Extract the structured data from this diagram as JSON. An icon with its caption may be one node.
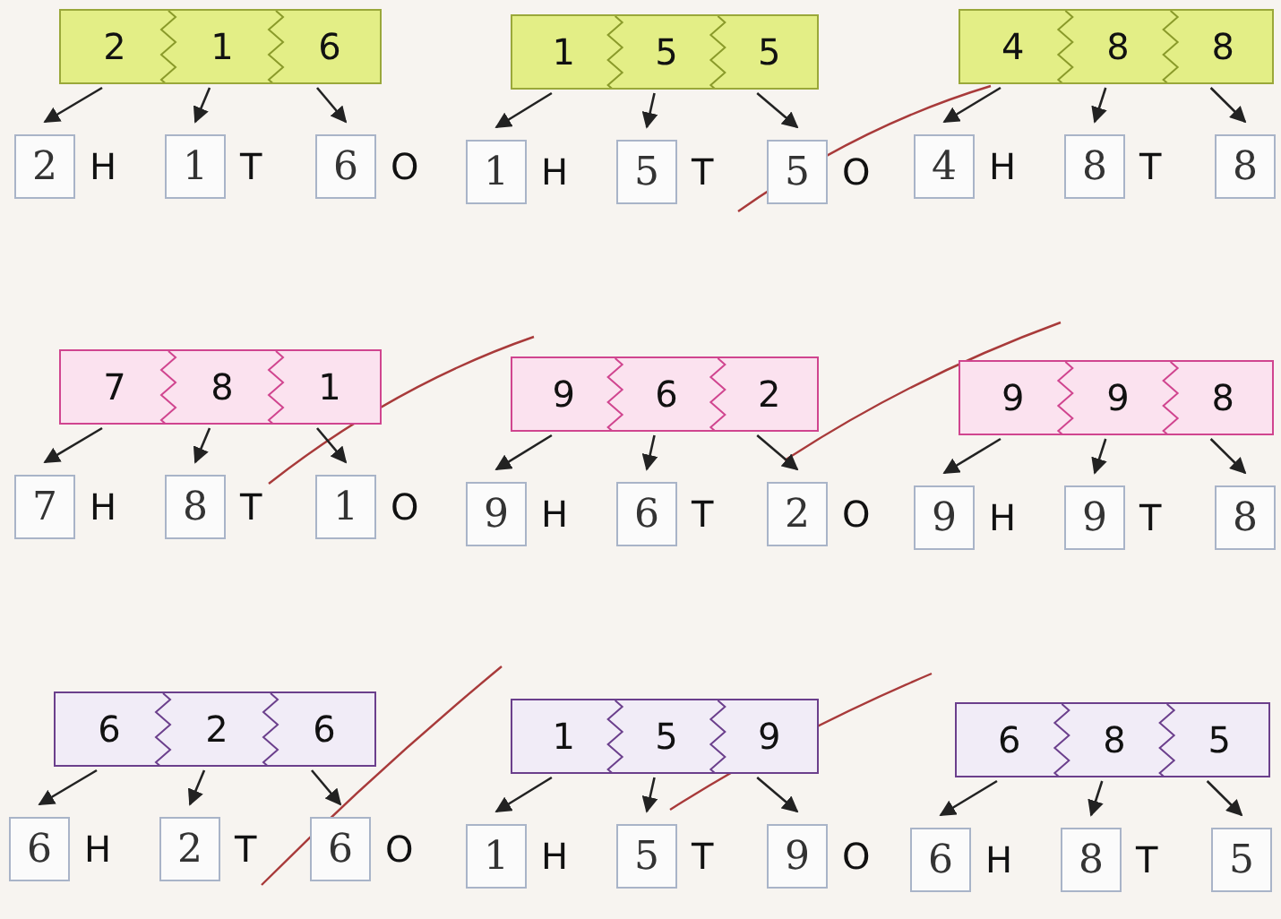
{
  "diagram": {
    "nodes": [
      {
        "text": [],
        "shape": "bar"
      },
      {
        "text": [
          "2"
        ],
        "in": 0
      },
      {
        "text": [
          "1"
        ],
        "in": 0
      },
      {
        "text": [
          "6"
        ],
        "in": 0
      },
      {
        "text": [
          "2"
        ],
        "beside": [
          "H"
        ]
      },
      {
        "text": [
          "1"
        ],
        "beside": [
          "T"
        ]
      },
      {
        "text": [
          "6"
        ],
        "beside": [
          "O"
        ]
      },
      {
        "text": [],
        "shape": "bar"
      },
      {
        "text": [
          "1"
        ],
        "in": 7
      },
      {
        "text": [
          "5"
        ],
        "in": 7
      },
      {
        "text": [
          "5"
        ],
        "in": 7
      },
      {
        "text": [
          "1"
        ],
        "beside": [
          "H"
        ]
      },
      {
        "text": [
          "5"
        ],
        "beside": [
          "T"
        ]
      },
      {
        "text": [
          "5"
        ],
        "beside": [
          "O"
        ]
      },
      {
        "text": [],
        "shape": "bar"
      },
      {
        "text": [
          "4"
        ],
        "in": 14
      },
      {
        "text": [
          "8"
        ],
        "in": 14
      },
      {
        "text": [
          "8"
        ],
        "in": 14
      },
      {
        "text": [
          "4"
        ],
        "beside": [
          "H"
        ]
      },
      {
        "text": [
          "8"
        ],
        "beside": [
          "T"
        ]
      },
      {
        "text": [
          "8"
        ]
      },
      {
        "text": [],
        "shape": "bar"
      },
      {
        "text": [
          "7"
        ],
        "in": 21
      },
      {
        "text": [
          "8"
        ],
        "in": 21
      },
      {
        "text": [
          "1"
        ],
        "in": 21
      },
      {
        "text": [
          "7"
        ],
        "beside": [
          "H"
        ]
      },
      {
        "text": [
          "8"
        ],
        "beside": [
          "T"
        ]
      },
      {
        "text": [
          "1"
        ],
        "beside": [
          "O"
        ]
      },
      {
        "text": [],
        "shape": "bar"
      },
      {
        "text": [
          "9"
        ],
        "in": 28
      },
      {
        "text": [
          "6"
        ],
        "in": 28
      },
      {
        "text": [
          "2"
        ],
        "in": 28
      },
      {
        "text": [
          "9"
        ],
        "beside": [
          "H"
        ]
      },
      {
        "text": [
          "6"
        ],
        "beside": [
          "T"
        ]
      },
      {
        "text": [
          "2"
        ],
        "beside": [
          "O"
        ]
      },
      {
        "text": [],
        "shape": "bar"
      },
      {
        "text": [
          "9"
        ],
        "in": 35
      },
      {
        "text": [
          "9"
        ],
        "in": 35
      },
      {
        "text": [
          "8"
        ],
        "in": 35
      },
      {
        "text": [
          "9"
        ],
        "beside": [
          "H"
        ]
      },
      {
        "text": [
          "9"
        ],
        "beside": [
          "T"
        ]
      },
      {
        "text": [
          "8"
        ]
      },
      {
        "text": [],
        "shape": "bar"
      },
      {
        "text": [
          "6"
        ],
        "in": 42
      },
      {
        "text": [
          "2"
        ],
        "in": 42
      },
      {
        "text": [
          "6"
        ],
        "in": 42
      },
      {
        "text": [
          "6"
        ],
        "beside": [
          "H"
        ]
      },
      {
        "text": [
          "2"
        ],
        "beside": [
          "T"
        ]
      },
      {
        "text": [
          "6"
        ],
        "beside": [
          "O"
        ]
      },
      {
        "text": [],
        "shape": "bar"
      },
      {
        "text": [
          "1"
        ],
        "in": 49
      },
      {
        "text": [
          "5"
        ],
        "in": 49
      },
      {
        "text": [
          "9"
        ],
        "in": 49
      },
      {
        "text": [
          "1"
        ],
        "beside": [
          "H"
        ]
      },
      {
        "text": [
          "5"
        ],
        "beside": [
          "T"
        ]
      },
      {
        "text": [
          "9"
        ],
        "beside": [
          "O"
        ]
      },
      {
        "text": [],
        "shape": "bar"
      },
      {
        "text": [
          "6"
        ],
        "in": 56
      },
      {
        "text": [
          "8"
        ],
        "in": 56
      },
      {
        "text": [
          "5"
        ],
        "in": 56
      },
      {
        "text": [
          "6"
        ],
        "beside": [
          "H"
        ]
      },
      {
        "text": [
          "8"
        ],
        "beside": [
          "T"
        ]
      },
      {
        "text": [
          "5"
        ]
      }
    ],
    "edges": [
      {
        "from": 1,
        "to": 4,
        "arrow": "to"
      },
      {
        "from": 2,
        "to": 5,
        "arrow": "to"
      },
      {
        "from": 3,
        "to": 6,
        "arrow": "to"
      },
      {
        "from": 8,
        "to": 11,
        "arrow": "to"
      },
      {
        "from": 9,
        "to": 12,
        "arrow": "to"
      },
      {
        "from": 10,
        "to": 13,
        "arrow": "to"
      },
      {
        "from": 15,
        "to": 18,
        "arrow": "to"
      },
      {
        "from": 16,
        "to": 19,
        "arrow": "to"
      },
      {
        "from": 17,
        "to": 20,
        "arrow": "to"
      },
      {
        "from": 22,
        "to": 25,
        "arrow": "to"
      },
      {
        "from": 23,
        "to": 26,
        "arrow": "to"
      },
      {
        "from": 24,
        "to": 27,
        "arrow": "to"
      },
      {
        "from": 29,
        "to": 32,
        "arrow": "to"
      },
      {
        "from": 30,
        "to": 33,
        "arrow": "to"
      },
      {
        "from": 31,
        "to": 34,
        "arrow": "to"
      },
      {
        "from": 36,
        "to": 39,
        "arrow": "to"
      },
      {
        "from": 37,
        "to": 40,
        "arrow": "to"
      },
      {
        "from": 38,
        "to": 41,
        "arrow": "to"
      },
      {
        "from": 43,
        "to": 46,
        "arrow": "to"
      },
      {
        "from": 44,
        "to": 47,
        "arrow": "to"
      },
      {
        "from": 45,
        "to": 48,
        "arrow": "to"
      },
      {
        "from": 50,
        "to": 53,
        "arrow": "to"
      },
      {
        "from": 51,
        "to": 54,
        "arrow": "to"
      },
      {
        "from": 52,
        "to": 55,
        "arrow": "to"
      },
      {
        "from": 57,
        "to": 60,
        "arrow": "to"
      },
      {
        "from": 58,
        "to": 61,
        "arrow": "to"
      },
      {
        "from": 59,
        "to": 62,
        "arrow": "to"
      }
    ]
  }
}
